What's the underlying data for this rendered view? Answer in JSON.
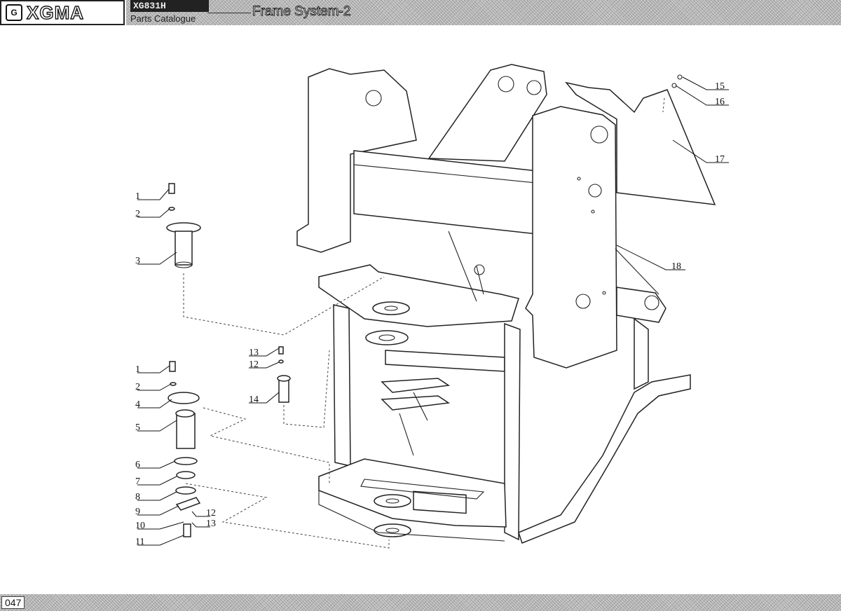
{
  "header": {
    "brand": "XGMA",
    "logo_mark": "G",
    "model": "XG831H",
    "subtitle": "Parts Catalogue",
    "title": "Frame System-2"
  },
  "footer": {
    "page_number": "047"
  },
  "callouts": {
    "c1a": "1",
    "c2a": "2",
    "c3": "3",
    "c1b": "1",
    "c2b": "2",
    "c4": "4",
    "c5": "5",
    "c6": "6",
    "c7": "7",
    "c8": "8",
    "c9": "9",
    "c10": "10",
    "c11": "11",
    "c12a": "12",
    "c13a": "13",
    "c12b": "12",
    "c13b": "13",
    "c14": "14",
    "c15": "15",
    "c16": "16",
    "c17": "17",
    "c18": "18"
  },
  "colors": {
    "line": "#222222",
    "header_band": "#c9c9c9",
    "model_box": "#222222"
  }
}
